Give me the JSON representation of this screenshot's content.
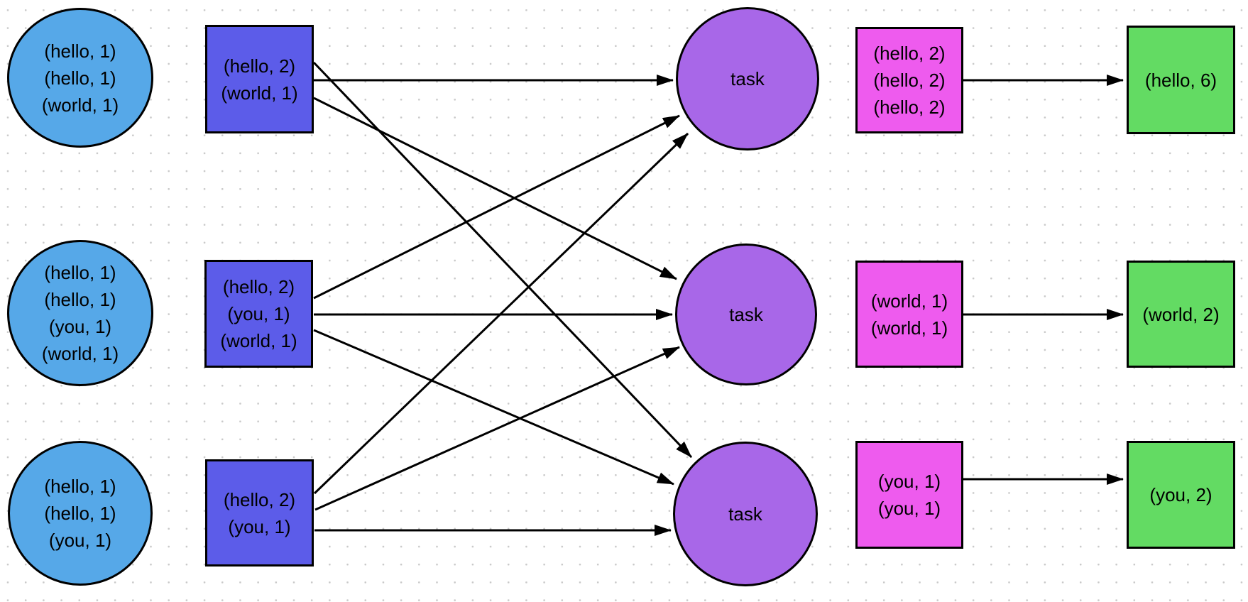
{
  "diagram_title": "mapreduce-word-count-shuffle",
  "colors": {
    "input_circle": "#56a8e8",
    "map_box": "#5c5ce9",
    "task_circle": "#a867e8",
    "shuffle_box": "#ee5bee",
    "reduce_box": "#63db63",
    "arrow": "#000000",
    "grid_dot": "#c9c9c9"
  },
  "nodes": {
    "input_circle_1": {
      "lines": [
        "(hello, 1)",
        "(hello, 1)",
        "(world, 1)"
      ]
    },
    "input_circle_2": {
      "lines": [
        "(hello, 1)",
        "(hello, 1)",
        "(you, 1)",
        "(world, 1)"
      ]
    },
    "input_circle_3": {
      "lines": [
        "(hello, 1)",
        "(hello, 1)",
        "(you, 1)"
      ]
    },
    "map_box_1": {
      "lines": [
        "(hello, 2)",
        "(world, 1)"
      ]
    },
    "map_box_2": {
      "lines": [
        "(hello, 2)",
        "(you, 1)",
        "(world, 1)"
      ]
    },
    "map_box_3": {
      "lines": [
        "(hello, 2)",
        "(you, 1)"
      ]
    },
    "task_circle_1": {
      "label": "task"
    },
    "task_circle_2": {
      "label": "task"
    },
    "task_circle_3": {
      "label": "task"
    },
    "shuffle_box_1": {
      "lines": [
        "(hello, 2)",
        "(hello, 2)",
        "(hello, 2)"
      ]
    },
    "shuffle_box_2": {
      "lines": [
        "(world, 1)",
        "(world, 1)"
      ]
    },
    "shuffle_box_3": {
      "lines": [
        "(you, 1)",
        "(you, 1)"
      ]
    },
    "reduce_box_1": {
      "lines": [
        "(hello, 6)"
      ]
    },
    "reduce_box_2": {
      "lines": [
        "(world, 2)"
      ]
    },
    "reduce_box_3": {
      "lines": [
        "(you, 2)"
      ]
    }
  },
  "edges": [
    {
      "from": "map-box-1",
      "to": "task-circle-1"
    },
    {
      "from": "map-box-1",
      "to": "task-circle-2"
    },
    {
      "from": "map-box-1",
      "to": "task-circle-3"
    },
    {
      "from": "map-box-2",
      "to": "task-circle-1"
    },
    {
      "from": "map-box-2",
      "to": "task-circle-2"
    },
    {
      "from": "map-box-2",
      "to": "task-circle-3"
    },
    {
      "from": "map-box-3",
      "to": "task-circle-1"
    },
    {
      "from": "map-box-3",
      "to": "task-circle-2"
    },
    {
      "from": "map-box-3",
      "to": "task-circle-3"
    },
    {
      "from": "shuffle-box-1",
      "to": "reduce-box-1"
    },
    {
      "from": "shuffle-box-2",
      "to": "reduce-box-2"
    },
    {
      "from": "shuffle-box-3",
      "to": "reduce-box-3"
    }
  ]
}
